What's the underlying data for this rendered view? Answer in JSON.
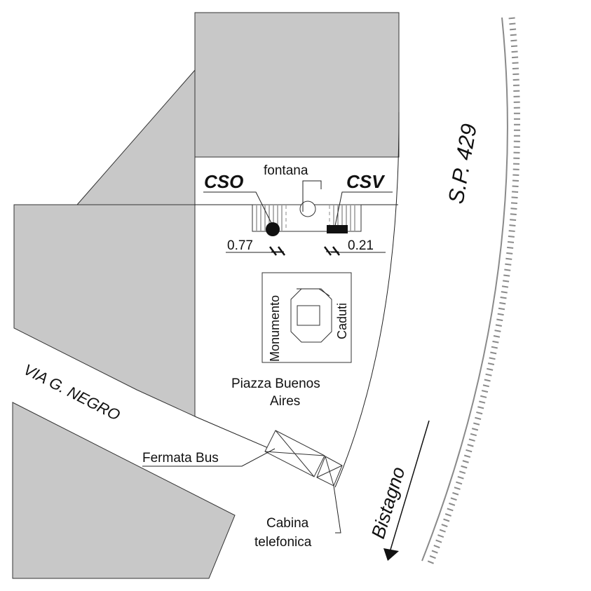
{
  "labels": {
    "cso": "CSO",
    "csv": "CSV",
    "fontana": "fontana",
    "value_cso": "0.77",
    "value_csv": "0.21",
    "monumento": "Monumento",
    "caduti": "Caduti",
    "piazza_line1": "Piazza Buenos",
    "piazza_line2": "Aires",
    "via_negro": "VIA G. NEGRO",
    "fermata_bus": "Fermata Bus",
    "cabina_line1": "Cabina",
    "cabina_line2": "telefonica",
    "sp429": "S.P. 429",
    "bistagno": "Bistagno"
  },
  "colors": {
    "building_fill": "#c8c8c8",
    "line": "#222222",
    "embankment": "#8a8a8a"
  },
  "icons": {
    "cso_marker": "filled-circle-icon",
    "csv_marker": "filled-rectangle-icon",
    "direction_arrow": "arrow-down-icon"
  }
}
